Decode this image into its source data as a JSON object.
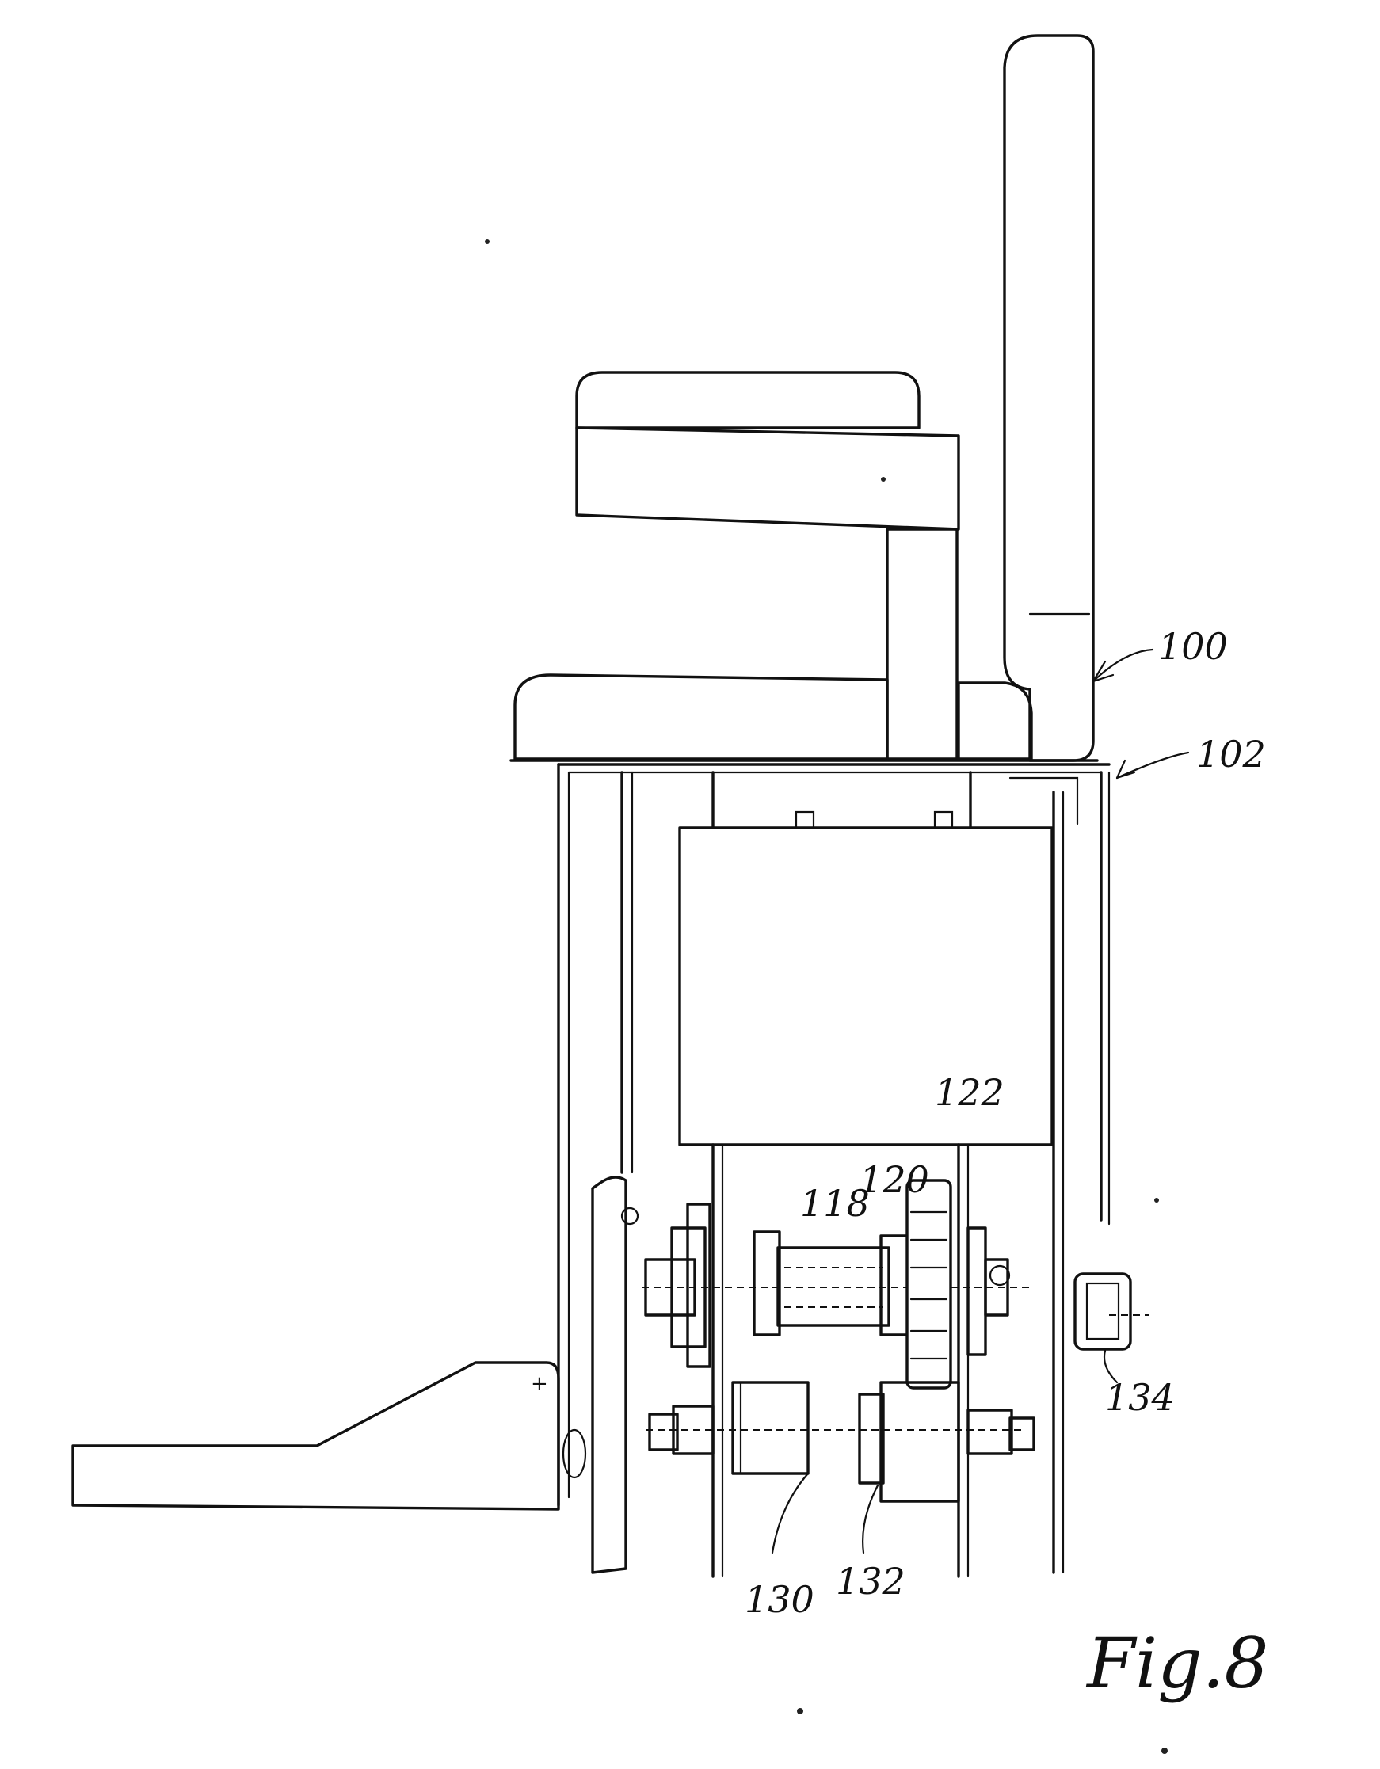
{
  "figure": {
    "caption": "Fig.8"
  },
  "labels": {
    "chair_assembly": "100",
    "frame": "102",
    "part_118": "118",
    "part_120": "120",
    "gear_122": "122",
    "roller_130": "130",
    "roller_132": "132",
    "bracket_134": "134"
  }
}
